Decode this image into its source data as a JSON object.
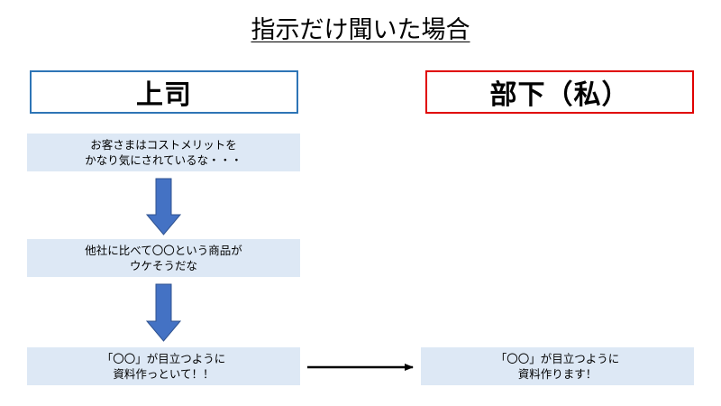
{
  "title": "指示だけ聞いた場合",
  "boss": {
    "label": "上司"
  },
  "subordinate": {
    "label": "部下（私）"
  },
  "boss_steps": [
    {
      "line1": "お客さまはコストメリットを",
      "line2": "かなり気にされているな・・・"
    },
    {
      "line1": "他社に比べて〇〇という商品が",
      "line2": "ウケそうだな"
    },
    {
      "line1": "「〇〇」が目立つように",
      "line2": "資料作っといて！！"
    }
  ],
  "subordinate_step": {
    "line1": "「〇〇」が目立つように",
    "line2": "資料作ります！"
  },
  "colors": {
    "boss_border": "#2e75b6",
    "subordinate_border": "#e00000",
    "step_fill": "#dde8f5",
    "down_arrow": "#4472c4"
  }
}
